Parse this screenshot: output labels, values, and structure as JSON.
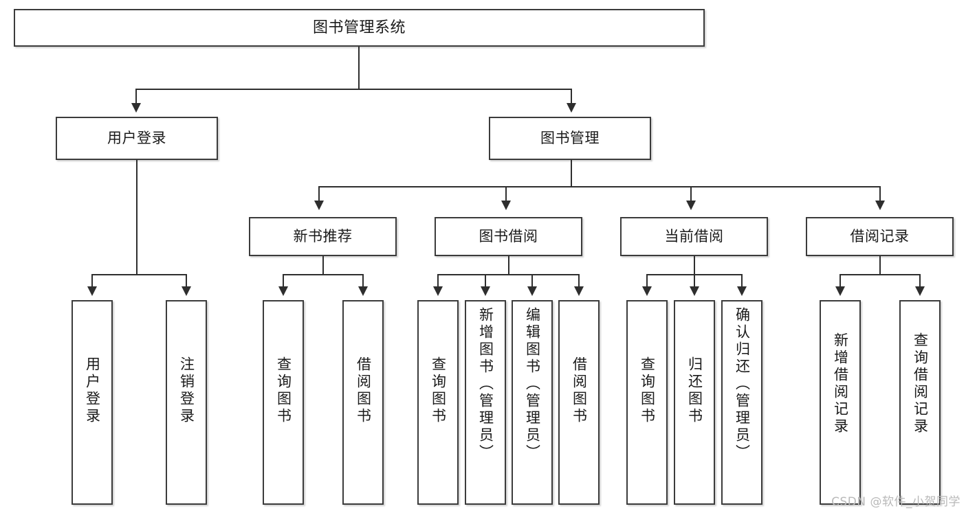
{
  "diagram": {
    "type": "tree-hierarchy-chart",
    "title_node": "图书管理系统",
    "level2": [
      {
        "label": "用户登录"
      },
      {
        "label": "图书管理"
      }
    ],
    "level3": [
      {
        "label": "新书推荐"
      },
      {
        "label": "图书借阅"
      },
      {
        "label": "当前借阅"
      },
      {
        "label": "借阅记录"
      }
    ],
    "leaves": {
      "user_login": [
        {
          "label": "用户登录"
        },
        {
          "label": "注销登录"
        }
      ],
      "new_book_recommend": [
        {
          "label": "查询图书"
        },
        {
          "label": "借阅图书"
        }
      ],
      "book_borrow": [
        {
          "label": "查询图书"
        },
        {
          "label": "新增图书（管理员）"
        },
        {
          "label": "编辑图书（管理员）"
        },
        {
          "label": "借阅图书"
        }
      ],
      "current_borrow": [
        {
          "label": "查询图书"
        },
        {
          "label": "归还图书"
        },
        {
          "label": "确认归还（管理员）"
        }
      ],
      "borrow_record": [
        {
          "label": "新增借阅记录"
        },
        {
          "label": "查询借阅记录"
        }
      ]
    }
  },
  "watermark": {
    "text": "CSDN @软件_小贺同学"
  },
  "colors": {
    "box_border": "#3b3b3b",
    "connector": "#2e2e2e",
    "background": "#ffffff",
    "text": "#1a1a1a",
    "watermark": "#b9b9b9"
  }
}
